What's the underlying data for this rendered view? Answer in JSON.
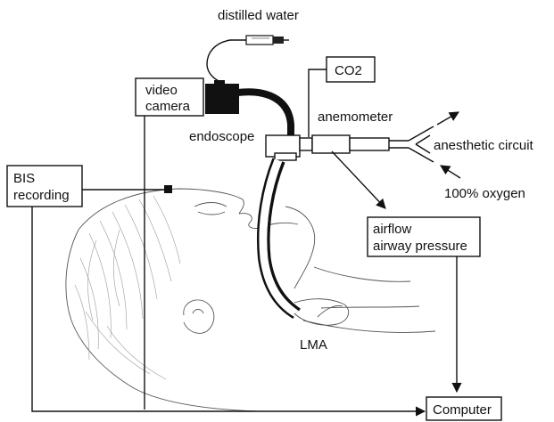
{
  "labels": {
    "distilled_water": "distilled water",
    "video_camera_line1": "video",
    "video_camera_line2": "camera",
    "co2": "CO2",
    "anemometer": "anemometer",
    "endoscope": "endoscope",
    "anesthetic_circuit": "anesthetic circuit",
    "oxygen": "100% oxygen",
    "bis_line1": "BIS",
    "bis_line2": "recording",
    "airflow_line1": "airflow",
    "airflow_line2": "airway pressure",
    "lma": "LMA",
    "computer": "Computer"
  },
  "colors": {
    "ink": "#111111",
    "sketch": "#555555",
    "hair": "#9a9a9a",
    "background": "#ffffff"
  }
}
